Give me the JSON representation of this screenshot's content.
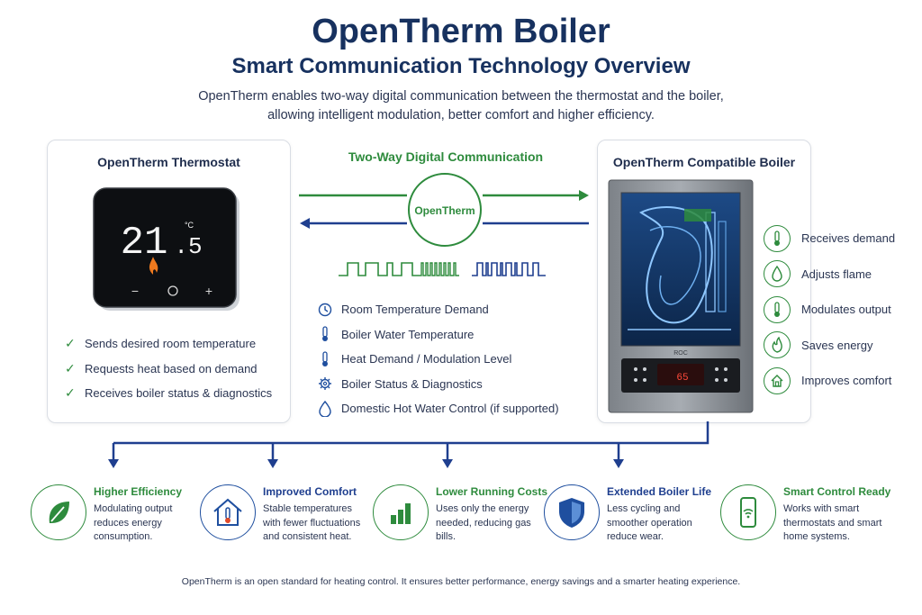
{
  "header": {
    "title": "OpenTherm Boiler",
    "subtitle": "Smart Communication Technology Overview",
    "intro_line1": "OpenTherm enables two-way digital communication between the thermostat and the boiler,",
    "intro_line2": "allowing intelligent modulation, better comfort and higher efficiency."
  },
  "thermostat": {
    "title": "OpenTherm Thermostat",
    "display_main": "21",
    "display_decimal": ".5",
    "unit": "°C",
    "minus": "−",
    "plus": "+",
    "features": [
      "Sends desired room temperature",
      "Requests heat based on demand",
      "Receives boiler status & diagnostics"
    ]
  },
  "communication": {
    "title": "Two-Way Digital Communication",
    "hub_label": "OpenTherm",
    "signals": [
      {
        "label": "Room Temperature Demand",
        "icon": "clock-icon"
      },
      {
        "label": "Boiler Water Temperature",
        "icon": "thermometer-icon"
      },
      {
        "label": "Heat Demand / Modulation Level",
        "icon": "thermometer-icon"
      },
      {
        "label": "Boiler Status & Diagnostics",
        "icon": "gear-icon"
      },
      {
        "label": "Domestic Hot Water Control (if supported)",
        "icon": "droplet-icon"
      }
    ]
  },
  "boiler": {
    "title": "OpenTherm Compatible Boiler",
    "brand": "ROC",
    "display_value": "65",
    "features": [
      {
        "label": "Receives demand",
        "icon": "thermometer-icon"
      },
      {
        "label": "Adjusts flame",
        "icon": "droplet-icon"
      },
      {
        "label": "Modulates output",
        "icon": "thermometer-icon"
      },
      {
        "label": "Saves energy",
        "icon": "flame-icon"
      },
      {
        "label": "Improves comfort",
        "icon": "home-icon"
      }
    ]
  },
  "benefits": [
    {
      "title": "Higher Efficiency",
      "text": "Modulating output reduces energy consumption.",
      "icon": "leaf-icon"
    },
    {
      "title": "Improved Comfort",
      "text": "Stable temperatures with fewer fluctuations and consistent heat.",
      "icon": "home-thermometer-icon"
    },
    {
      "title": "Lower Running Costs",
      "text": "Uses only the energy needed, reducing gas bills.",
      "icon": "bar-chart-icon"
    },
    {
      "title": "Extended Boiler Life",
      "text": "Less cycling and smoother operation reduce wear.",
      "icon": "shield-icon"
    },
    {
      "title": "Smart Control Ready",
      "text": "Works with smart thermostats and smart home systems.",
      "icon": "smartphone-wifi-icon"
    }
  ],
  "footer": "OpenTherm is an open standard for heating control. It ensures better performance, energy savings and a smarter heating experience.",
  "colors": {
    "navy": "#17315f",
    "green": "#2e8b3d",
    "blue_arrow": "#1f3f8f",
    "icon_blue": "#1f4f9f"
  }
}
